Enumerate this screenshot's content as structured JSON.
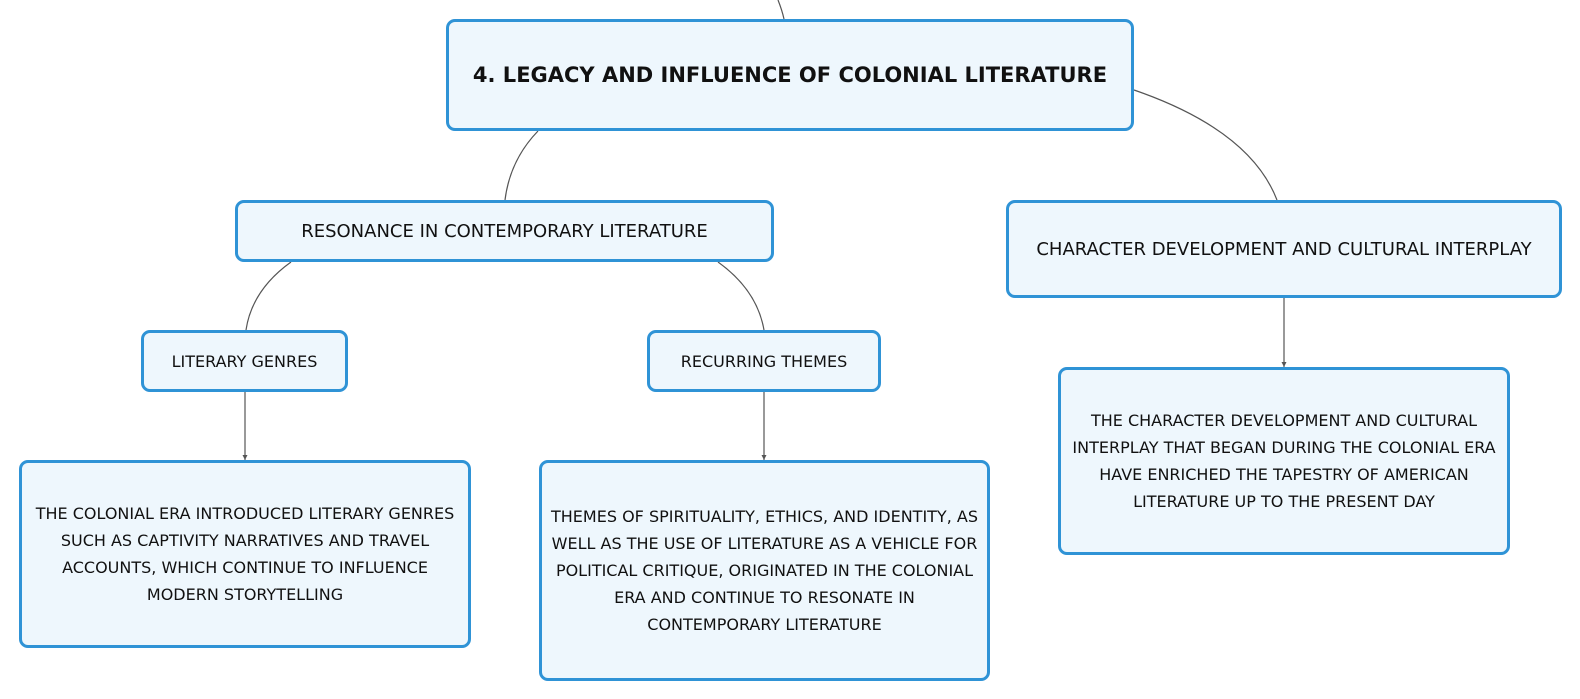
{
  "diagram": {
    "root": {
      "label": "4. Legacy and Influence of Colonial Literature"
    },
    "branches": {
      "resonance": {
        "label": "Resonance in Contemporary Literature",
        "children": {
          "genres": {
            "label": "Literary Genres",
            "detail": "The colonial era introduced literary genres such as captivity narratives and travel accounts, which continue to influence modern storytelling"
          },
          "themes": {
            "label": "Recurring Themes",
            "detail": "Themes of spirituality, ethics, and identity, as well as the use of literature as a vehicle for political critique, originated in the colonial era and continue to resonate in contemporary literature"
          }
        }
      },
      "character": {
        "label": "Character Development and Cultural Interplay",
        "detail": "The character development and cultural interplay that began during the colonial era have enriched the tapestry of American literature up to the present day"
      }
    },
    "colors": {
      "node_fill": "#eef7fd",
      "node_border": "#2f93d6",
      "connector": "#555555",
      "text": "#111111"
    }
  }
}
